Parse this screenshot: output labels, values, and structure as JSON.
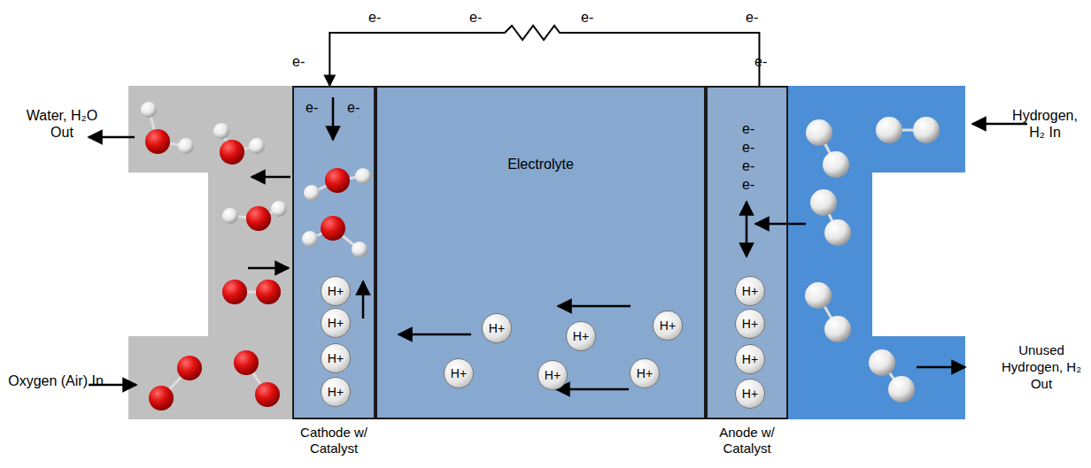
{
  "diagram": {
    "nodes": [
      {
        "text": [
          "Cathode w/ Catalyst"
        ]
      },
      {
        "text": [
          "Electrolyte"
        ]
      },
      {
        "text": [
          "Anode w/ Catalyst"
        ]
      },
      {
        "text": [
          "H+"
        ],
        "in": 0
      },
      {
        "text": [
          "H+"
        ],
        "in": 0
      },
      {
        "text": [
          "H+"
        ],
        "in": 0
      },
      {
        "text": [
          "H+"
        ],
        "in": 0
      },
      {
        "text": [
          "H+"
        ],
        "in": 1
      },
      {
        "text": [
          "H+"
        ],
        "in": 1
      },
      {
        "text": [
          "H+"
        ],
        "in": 1
      },
      {
        "text": [
          "H+"
        ],
        "in": 1
      },
      {
        "text": [
          "H+"
        ],
        "in": 1
      },
      {
        "text": [
          "H+"
        ],
        "in": 1
      },
      {
        "text": [
          "H+"
        ],
        "in": 2
      },
      {
        "text": [
          "H+"
        ],
        "in": 2
      },
      {
        "text": [
          "H+"
        ],
        "in": 2
      },
      {
        "text": [
          "H+"
        ],
        "in": 2
      }
    ],
    "edges": [
      {
        "from": 2,
        "to": 0,
        "arrow": "to"
      }
    ],
    "labels": [
      "Water, H₂O Out",
      "Oxygen (Air) In",
      "Hydrogen, H₂ In",
      "Unused Hydrogen, H₂ Out",
      "e-",
      "e-",
      "e-",
      "e-",
      "e-",
      "e-",
      "e-",
      "e-",
      "e-",
      "e-",
      "e-",
      "e-"
    ]
  }
}
